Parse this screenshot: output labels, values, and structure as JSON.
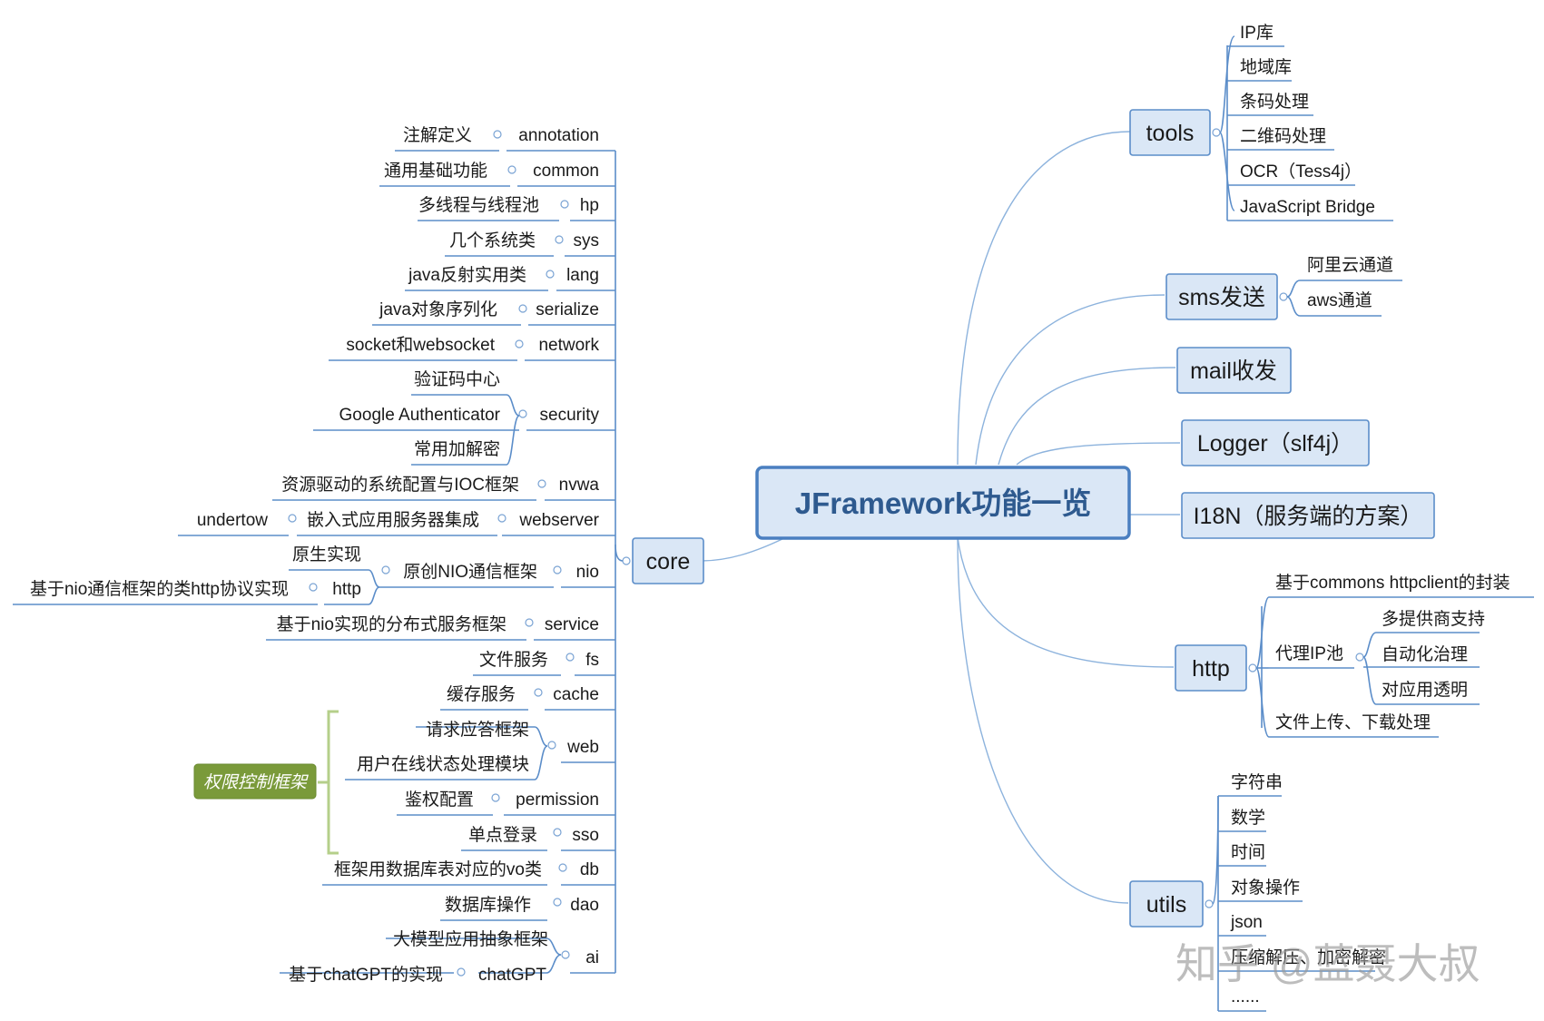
{
  "title": "JFramework功能一览",
  "core": {
    "label": "core",
    "items": {
      "annotation": "annotation",
      "annotation_desc": "注解定义",
      "common": "common",
      "common_desc": "通用基础功能",
      "hp": "hp",
      "hp_desc": "多线程与线程池",
      "sys": "sys",
      "sys_desc": "几个系统类",
      "lang": "lang",
      "lang_desc": "java反射实用类",
      "serialize": "serialize",
      "serialize_desc": "java对象序列化",
      "network": "network",
      "network_desc": "socket和websocket",
      "security": "security",
      "security_1": "验证码中心",
      "security_2": "Google Authenticator",
      "security_3": "常用加解密",
      "nvwa": "nvwa",
      "nvwa_desc": "资源驱动的系统配置与IOC框架",
      "webserver": "webserver",
      "webserver_desc": "嵌入式应用服务器集成",
      "webserver_sub": "undertow",
      "nio": "nio",
      "nio_desc": "原创NIO通信框架",
      "nio_sub1": "原生实现",
      "nio_http": "http",
      "nio_http_desc": "基于nio通信框架的类http协议实现",
      "service": "service",
      "service_desc": "基于nio实现的分布式服务框架",
      "fs": "fs",
      "fs_desc": "文件服务",
      "cache": "cache",
      "cache_desc": "缓存服务",
      "web": "web",
      "web_1": "请求应答框架",
      "web_2": "用户在线状态处理模块",
      "permission": "permission",
      "permission_desc": "鉴权配置",
      "sso": "sso",
      "sso_desc": "单点登录",
      "db": "db",
      "db_desc": "框架用数据库表对应的vo类",
      "dao": "dao",
      "dao_desc": "数据库操作",
      "ai": "ai",
      "ai_desc": "大模型应用抽象框架",
      "chatgpt": "chatGPT",
      "chatgpt_desc": "基于chatGPT的实现"
    },
    "group_label": "权限控制框架"
  },
  "tools": {
    "label": "tools",
    "items": [
      "IP库",
      "地域库",
      "条码处理",
      "二维码处理",
      "OCR（Tess4j）",
      "JavaScript Bridge"
    ]
  },
  "sms": {
    "label": "sms发送",
    "items": [
      "阿里云通道",
      "aws通道"
    ]
  },
  "mail": {
    "label": "mail收发"
  },
  "logger": {
    "label": "Logger（slf4j）"
  },
  "i18n": {
    "label": "I18N（服务端的方案）"
  },
  "http": {
    "label": "http",
    "item1": "基于commons httpclient的封装",
    "proxy": "代理IP池",
    "proxy_items": [
      "多提供商支持",
      "自动化治理",
      "对应用透明"
    ],
    "item3": "文件上传、下载处理"
  },
  "utils": {
    "label": "utils",
    "items": [
      "字符串",
      "数学",
      "时间",
      "对象操作",
      "json",
      "压缩解压、加密解密",
      "......"
    ]
  },
  "watermark": "知乎 @蓝聂大叔"
}
